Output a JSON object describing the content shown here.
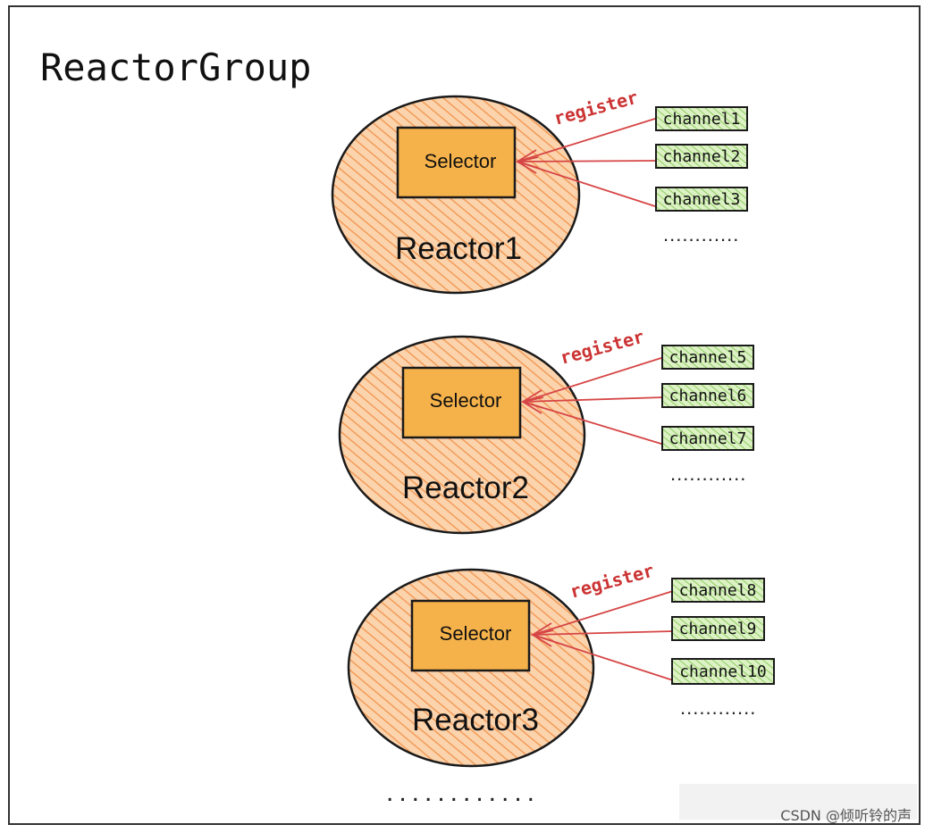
{
  "title": "ReactorGroup",
  "colors": {
    "reactor_fill": "#f9c79a",
    "reactor_hatch": "#f08a3c",
    "selector_fill": "#f6b24a",
    "channel_fill": "#c9e8a6",
    "channel_hatch": "#7cc24a",
    "arrow": "#d64545",
    "register": "#cc3333",
    "outline": "#1a1a1a",
    "frame": "#333333"
  },
  "reactors": [
    {
      "name": "Reactor1",
      "selector": "Selector",
      "register": "register",
      "channels": [
        "channel1",
        "channel2",
        "channel3"
      ],
      "more": "............"
    },
    {
      "name": "Reactor2",
      "selector": "Selector",
      "register": "register",
      "channels": [
        "channel5",
        "channel6",
        "channel7"
      ],
      "more": "............"
    },
    {
      "name": "Reactor3",
      "selector": "Selector",
      "register": "register",
      "channels": [
        "channel8",
        "channel9",
        "channel10"
      ],
      "more": "............"
    }
  ],
  "more_reactors": "............",
  "watermark": "CSDN @倾听铃的声"
}
